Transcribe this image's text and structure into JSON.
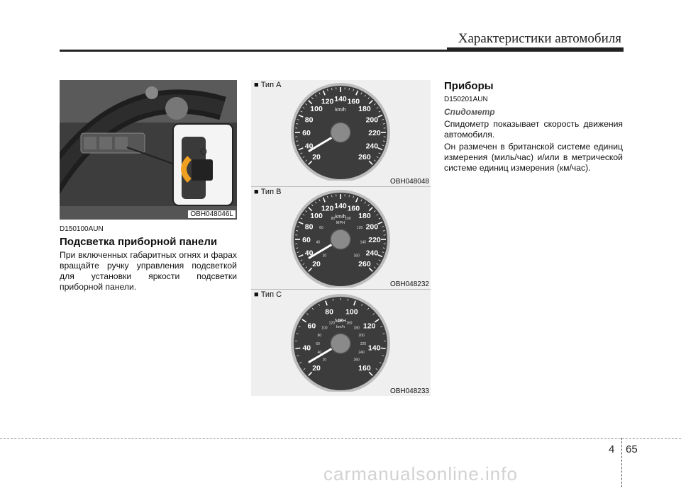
{
  "header": {
    "title": "Характеристики автомобиля"
  },
  "left": {
    "figure_caption": "OBH048046L",
    "code": "D150100AUN",
    "title": "Подсветка приборной панели",
    "paragraph": "При включенных габаритных огнях и фарах вращайте ручку управления подсветкой  для установки яркости подсветки приборной панели."
  },
  "middle": {
    "gauges": [
      {
        "label": "■ Тип A",
        "caption": "OBH048048",
        "unit": "km/h",
        "ticks": [
          "20",
          "40",
          "60",
          "80",
          "100",
          "120",
          "140",
          "160",
          "180",
          "200",
          "220",
          "240",
          "260"
        ],
        "inner_ticks": [],
        "inner_unit": ""
      },
      {
        "label": "■ Тип B",
        "caption": "OBH048232",
        "unit": "km/h",
        "ticks": [
          "20",
          "40",
          "60",
          "80",
          "100",
          "120",
          "140",
          "160",
          "180",
          "200",
          "220",
          "240",
          "260"
        ],
        "inner_ticks": [
          "20",
          "40",
          "60",
          "80",
          "100",
          "120",
          "140",
          "160"
        ],
        "inner_unit": "MPH"
      },
      {
        "label": "■ Тип C",
        "caption": "OBH048233",
        "unit": "MPH",
        "ticks": [
          "20",
          "40",
          "60",
          "80",
          "100",
          "120",
          "140",
          "160"
        ],
        "inner_ticks": [
          "20",
          "40",
          "60",
          "80",
          "100",
          "120",
          "140",
          "160",
          "180",
          "200",
          "220",
          "240",
          "260"
        ],
        "inner_unit": "km/h"
      }
    ]
  },
  "right": {
    "title": "Приборы",
    "code": "D150201AUN",
    "subtitle": "Спидометр",
    "paragraph1": "Спидометр показывает скорость движения автомобиля.",
    "paragraph2": "Он размечен в британской системе единиц измерения (миль/час) и/или в метрической системе единиц измерения (км/час)."
  },
  "footer": {
    "chapter": "4",
    "page": "65",
    "watermark": "carmanualsonline.info"
  }
}
